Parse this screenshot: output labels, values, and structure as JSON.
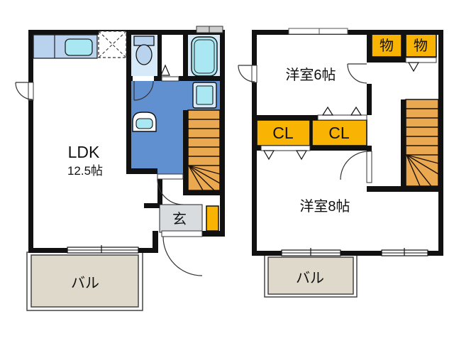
{
  "colors": {
    "wall": "#111111",
    "room_tint": "#d6e9f8",
    "fixture_blue": "#b9d3ee",
    "fixture_cyan": "#a9e7f2",
    "washroom_blue": "#6090cf",
    "stairs": "#eaa851",
    "closet_orange": "#f9b303",
    "entrance_gray": "#d9dcde",
    "balcony_beige": "#ded9ca"
  },
  "floor1": {
    "ldk_label": "LDK",
    "ldk_size": "12.5帖",
    "entrance_label": "玄",
    "balcony_label": "バル"
  },
  "floor2": {
    "room6_label": "洋室6帖",
    "room8_label": "洋室8帖",
    "closet_left_label": "CL",
    "closet_right_label": "CL",
    "storage_left_label": "物",
    "storage_right_label": "物",
    "balcony_label": "バル"
  }
}
